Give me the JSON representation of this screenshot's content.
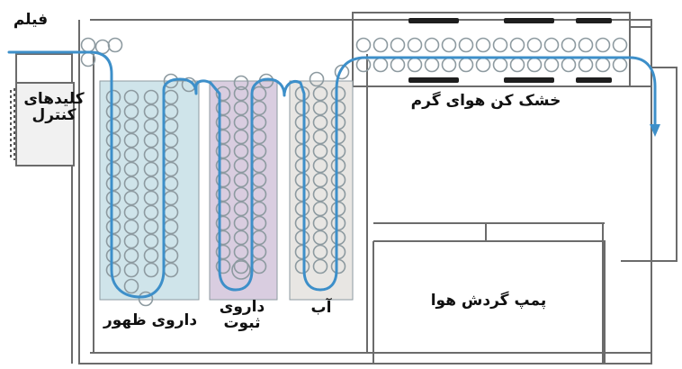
{
  "labels": {
    "film": "فیلم",
    "control_keys_line1": "کلیدهای",
    "control_keys_line2": "کنترل",
    "dryer": "خشک کن هوای گرم",
    "developer": "داروی ظهور",
    "fixer_line1": "داروی",
    "fixer_line2": "ثبوت",
    "water": "آب",
    "air_pump": "پمپ گردش هوا"
  },
  "colors": {
    "frame_stroke": "#6b6b6b",
    "developer_tank": "#cfe4ea",
    "fixer_tank": "#d9cde0",
    "water_tank": "#e8e6e3",
    "roller": "#8d9aa0",
    "film_path": "#3d8fc9",
    "heater_bar": "#1e1e1e"
  },
  "icons": [
    "film-path-arrow",
    "film-roller",
    "heater-bar"
  ]
}
